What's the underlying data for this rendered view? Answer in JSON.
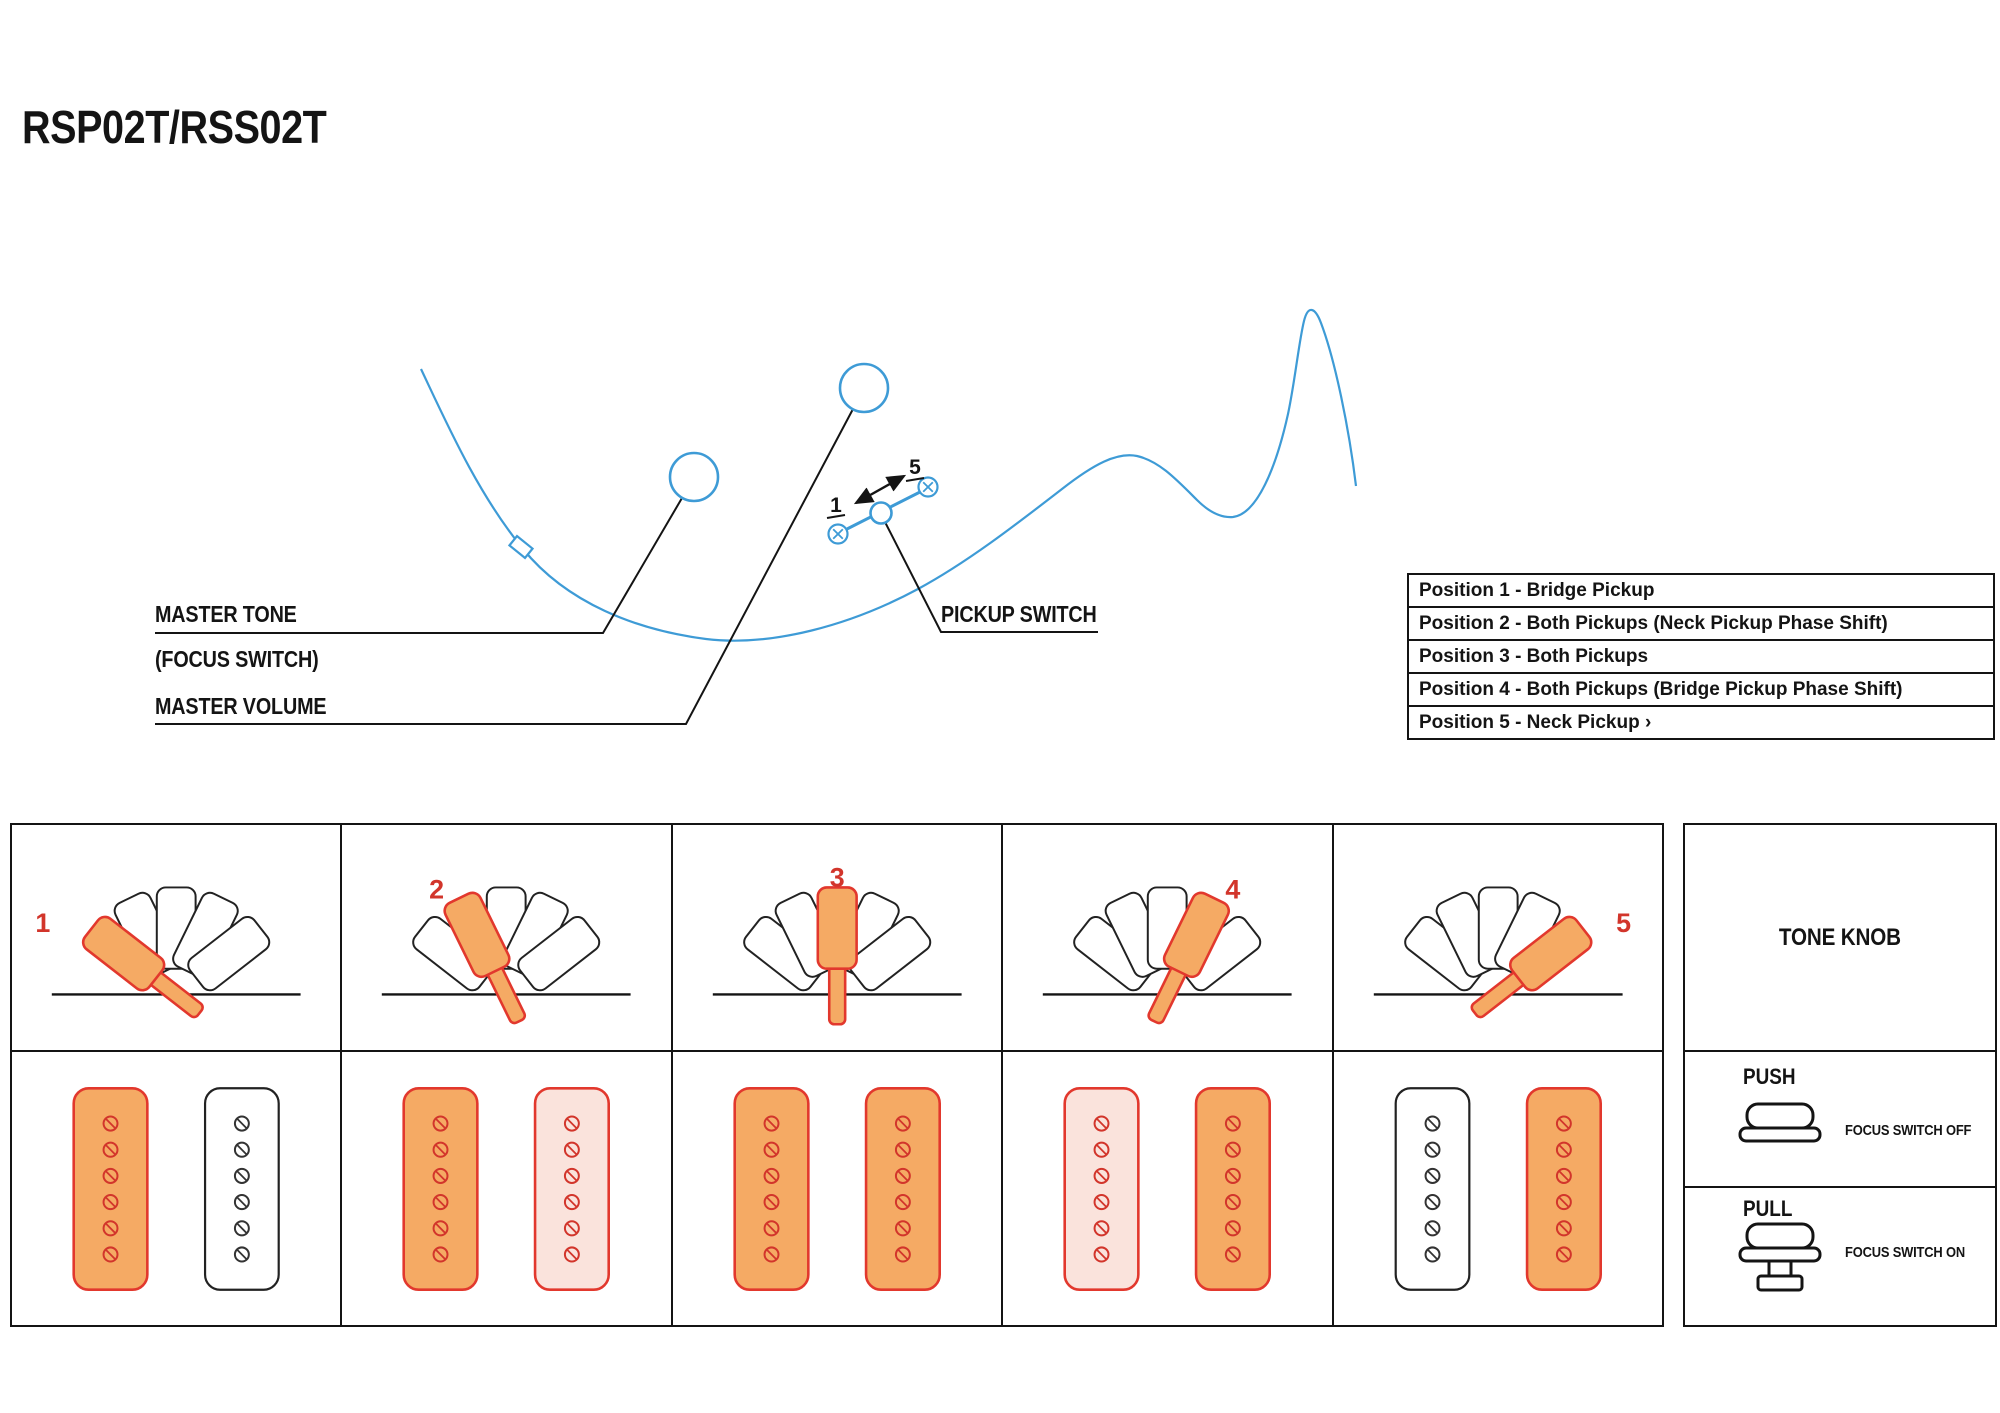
{
  "title": "RSP02T/RSS02T",
  "colors": {
    "outline_blue": "#3E9BD6",
    "line_black": "#141414",
    "active_fill": "#F5AA64",
    "active_stroke": "#E2382D",
    "phase_fill": "#FAE3DC",
    "number_red": "#D2352B"
  },
  "control_labels": {
    "master_tone": "MASTER TONE",
    "focus_switch": "(FOCUS SWITCH)",
    "master_volume": "MASTER VOLUME",
    "pickup_switch": "PICKUP SWITCH",
    "switch_min": "1",
    "switch_max": "5"
  },
  "position_table": [
    "Position 1 - Bridge Pickup",
    "Position 2 - Both Pickups (Neck Pickup Phase Shift)",
    "Position 3 - Both Pickups",
    "Position 4 - Both Pickups (Bridge Pickup Phase Shift)",
    "Position 5 - Neck Pickup ›"
  ],
  "switch_positions": [
    {
      "number": "1",
      "active_paddle": 0,
      "bridge_pickup": "on",
      "neck_pickup": "off"
    },
    {
      "number": "2",
      "active_paddle": 1,
      "bridge_pickup": "on",
      "neck_pickup": "phase"
    },
    {
      "number": "3",
      "active_paddle": 2,
      "bridge_pickup": "on",
      "neck_pickup": "on"
    },
    {
      "number": "4",
      "active_paddle": 3,
      "bridge_pickup": "phase",
      "neck_pickup": "on"
    },
    {
      "number": "5",
      "active_paddle": 4,
      "bridge_pickup": "off",
      "neck_pickup": "on"
    }
  ],
  "tone_knob_panel": {
    "title": "TONE KNOB",
    "push_label": "PUSH",
    "push_desc": "FOCUS SWITCH OFF",
    "pull_label": "PULL",
    "pull_desc": "FOCUS SWITCH ON"
  }
}
